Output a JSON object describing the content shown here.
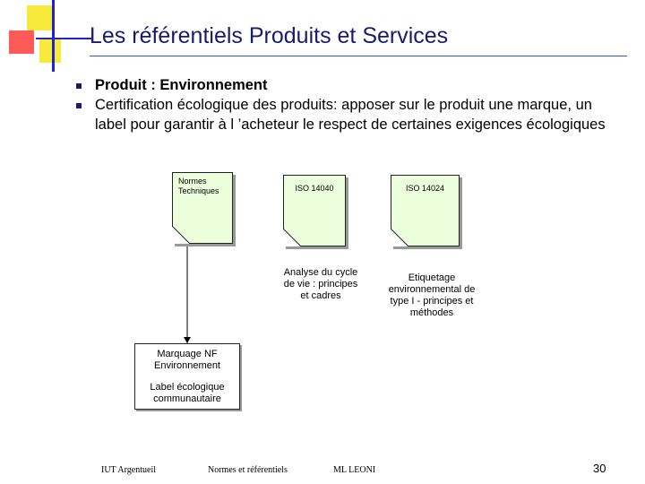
{
  "slide": {
    "title": "Les référentiels Produits et Services",
    "bullets": [
      {
        "text": "Produit : Environnement"
      },
      {
        "text": "Certification écologique des produits: apposer sur le produit une marque, un label pour garantir à l ’acheteur le respect de certaines exigences écologiques"
      }
    ]
  },
  "diagram": {
    "notes": [
      {
        "label": "Normes Techniques"
      },
      {
        "label": "ISO 14040"
      },
      {
        "label": "ISO 14024"
      }
    ],
    "descriptions": [
      {
        "text": "Analyse du cycle de vie : principes et cadres"
      },
      {
        "text": "Etiquetage environnemental de type I - principes et méthodes"
      }
    ],
    "marquage": {
      "line1": "Marquage NF Environnement",
      "line2": "Label écologique communautaire"
    }
  },
  "footer": {
    "left": "IUT Argentueil",
    "center": "Normes et référentiels",
    "right": "ML LEONI",
    "page_number": "30"
  },
  "colors": {
    "title": "#1a1a6e",
    "note_fill": "#ecffdc",
    "accent_yellow": "#f5e600",
    "accent_red": "#ff4040",
    "accent_blue": "#2222cc"
  }
}
